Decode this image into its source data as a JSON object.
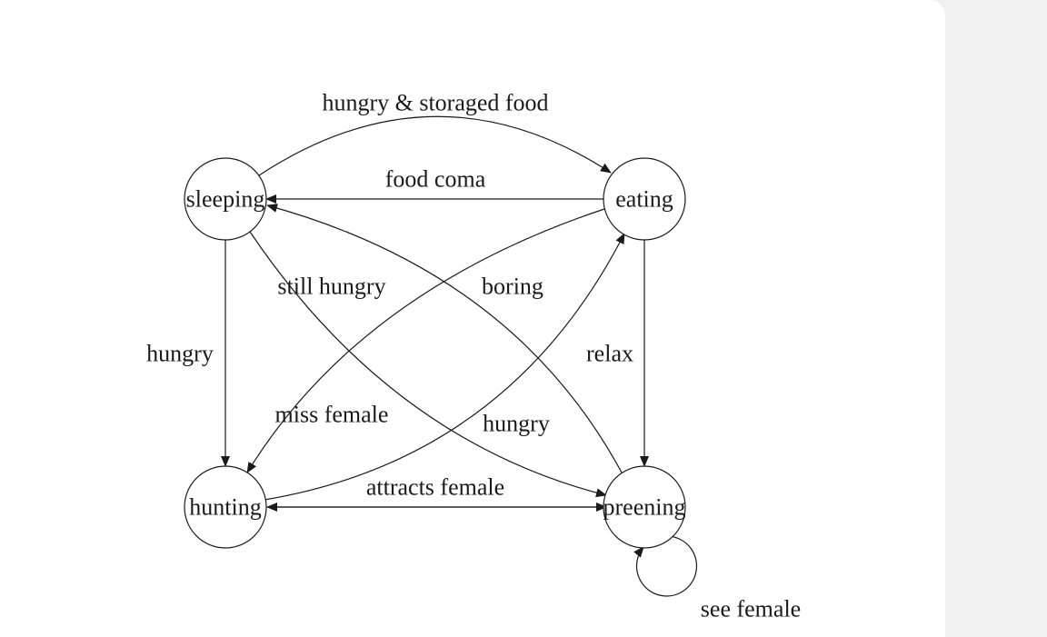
{
  "states": {
    "sleeping": "sleeping",
    "eating": "eating",
    "hunting": "hunting",
    "preening": "preening"
  },
  "transitions": {
    "sleeping_eating": "hungry & storaged food",
    "eating_sleeping": "food coma",
    "eating_hunting": "still hungry",
    "hunting_eating": "boring",
    "sleeping_hunting": "hungry",
    "eating_preening": "relax",
    "preening_sleeping": "miss female",
    "sleeping_preening": "hungry",
    "hunting_preening": "attracts female",
    "preening_self": "see female"
  }
}
